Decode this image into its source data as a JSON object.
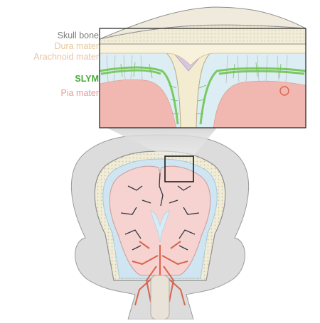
{
  "labels": {
    "skull_bone": "Skull bone",
    "dura_mater": "Dura mater",
    "arachnoid_mater": "Arachnoid mater",
    "slym": "SLYM",
    "pia_mater": "Pia mater"
  },
  "colors": {
    "skull_bone": "#7d7d7d",
    "dura_mater": "#e3c89a",
    "arachnoid_mater": "#e8c3a5",
    "slym": "#4aa83a",
    "pia_mater": "#e79a9a",
    "brain_tissue": "#f6d3d0",
    "bone_fill": "#f1ecd6",
    "membrane_green": "#6cc24a",
    "vessel_red": "#d9644e",
    "ventricle_blue": "#cfe6f2",
    "head_gray": "#dcdcdc"
  },
  "icons": {
    "zoom_box": "magnifier-box"
  }
}
